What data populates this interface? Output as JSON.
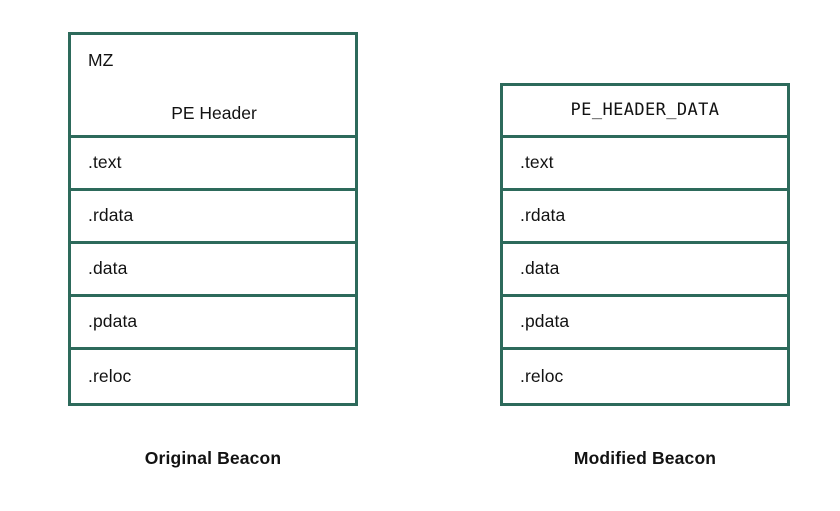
{
  "figure": {
    "background_color": "#ffffff",
    "border_color": "#2d6a5b",
    "text_color": "#121212"
  },
  "diagrams": [
    {
      "id": "original",
      "caption": "Original Beacon",
      "header": {
        "mz_label": "MZ",
        "pe_header_label": "PE Header"
      },
      "sections": [
        {
          "label": ".text"
        },
        {
          "label": ".rdata"
        },
        {
          "label": ".data"
        },
        {
          "label": ".pdata"
        },
        {
          "label": ".reloc"
        }
      ]
    },
    {
      "id": "modified",
      "caption": "Modified Beacon",
      "header": {
        "pe_header_data_label": "PE_HEADER_DATA"
      },
      "sections": [
        {
          "label": ".text"
        },
        {
          "label": ".rdata"
        },
        {
          "label": ".data"
        },
        {
          "label": ".pdata"
        },
        {
          "label": ".reloc"
        }
      ]
    }
  ]
}
